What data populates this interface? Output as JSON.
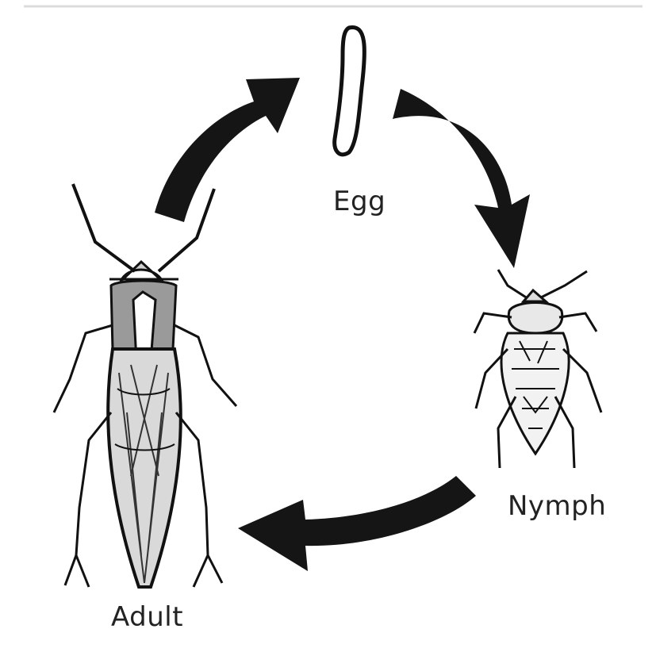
{
  "diagram": {
    "stages": [
      {
        "id": "egg",
        "label": "Egg"
      },
      {
        "id": "nymph",
        "label": "Nymph"
      },
      {
        "id": "adult",
        "label": "Adult"
      }
    ],
    "flow": [
      "egg",
      "nymph",
      "adult",
      "egg"
    ],
    "colors": {
      "arrow": "#1a1a1a",
      "outline": "#111111",
      "background": "#ffffff"
    }
  }
}
